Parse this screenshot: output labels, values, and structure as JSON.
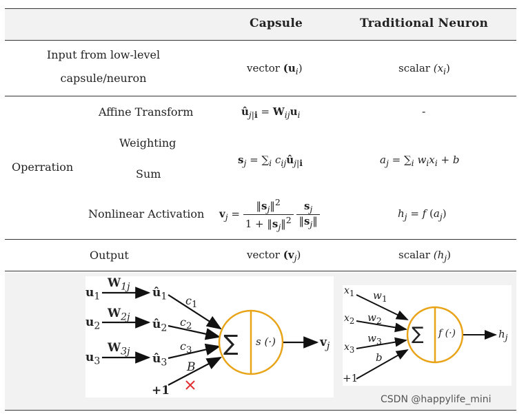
{
  "header": {
    "col_capsule": "Capsule",
    "col_neuron": "Traditional Neuron"
  },
  "rows": {
    "input": {
      "label_line1": "Input from low-level",
      "label_line2": "capsule/neuron",
      "capsule_text": "vector",
      "capsule_sym": "(u",
      "capsule_sub": "i",
      "neuron_text": "scalar",
      "neuron_sym": "(x",
      "neuron_sub": "i"
    },
    "operation": {
      "group_label": "Operration",
      "affine_label": "Affine Transform",
      "weighting_label": "Weighting",
      "sum_label": "Sum",
      "nonlinear_label": "Nonlinear Activation",
      "affine_neuron": "-"
    },
    "output": {
      "label": "Output",
      "capsule_text": "vector",
      "capsule_sym": "(v",
      "capsule_sub": "j",
      "neuron_text": "scalar",
      "neuron_sym": "(h",
      "neuron_sub": "j"
    }
  },
  "capsule_diagram": {
    "inputs": [
      "u",
      "u",
      "u"
    ],
    "input_subs": [
      "1",
      "2",
      "3"
    ],
    "weights": [
      "W",
      "W",
      "W"
    ],
    "weight_subs": [
      "1j",
      "2j",
      "3j"
    ],
    "hats": [
      "û",
      "û",
      "û"
    ],
    "hat_subs": [
      "1",
      "2",
      "3"
    ],
    "couplings": [
      "c",
      "c",
      "c"
    ],
    "coupling_subs": [
      "1",
      "2",
      "3"
    ],
    "bias_label": "B",
    "bias_input": "+1",
    "sum_symbol": "∑",
    "activation": "s (·)",
    "output": "v",
    "output_sub": "j"
  },
  "neuron_diagram": {
    "inputs": [
      "x",
      "x",
      "x"
    ],
    "input_subs": [
      "1",
      "2",
      "3"
    ],
    "weights": [
      "w",
      "w",
      "w"
    ],
    "weight_subs": [
      "1",
      "2",
      "3"
    ],
    "bias_label": "b",
    "bias_input": "+1",
    "sum_symbol": "∑",
    "activation": "f (·)",
    "output": "h",
    "output_sub": "j"
  },
  "watermark": "CSDN @happylife_mini",
  "colors": {
    "circle": "#e8a317",
    "cross": "#e03030",
    "band": "#f2f2f2"
  }
}
